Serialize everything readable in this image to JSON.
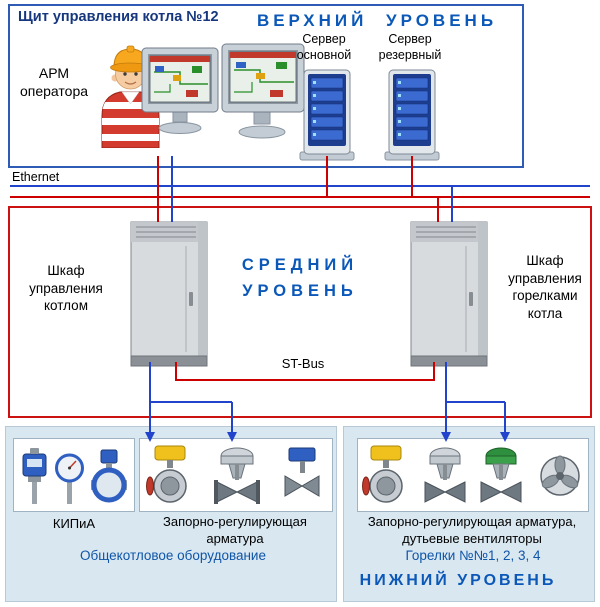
{
  "upper_level": {
    "box_title": "Щит управления котла №12",
    "level_label": "ВЕРХНИЙ УРОВЕНЬ",
    "operator_label": "АРМ оператора",
    "server_main_label": "Сервер основной",
    "server_backup_label": "Сервер резервный"
  },
  "network": {
    "ethernet_label": "Ethernet",
    "stbus_label": "ST-Bus"
  },
  "middle_level": {
    "level_label_line1": "СРЕДНИЙ",
    "level_label_line2": "УРОВЕНЬ",
    "left_cabinet_label": "Шкаф управления котлом",
    "right_cabinet_label": "Шкаф управления горелками котла"
  },
  "lower_level": {
    "instrumentation_label": "КИПиА",
    "valves_label": "Запорно-регулирующая арматура",
    "common_equipment_label": "Общекотловое оборудование",
    "valves_fans_label": "Запорно-регулирующая арматура, дутьевые вентиляторы",
    "burners_label": "Горелки №№1, 2, 3, 4",
    "level_label": "НИЖНИЙ УРОВЕНЬ"
  },
  "colors": {
    "upper_box_border": "#2e5bb5",
    "middle_box_border": "#cc1111",
    "lower_panel_bg": "#d9e7f0",
    "level_text_blue": "#0b58b8",
    "line_blue": "#2244cc",
    "line_red": "#cc0000"
  },
  "icons": {
    "operator": "operator-figure-icon",
    "monitors": "scada-monitors-icon",
    "servers": "server-towers-icon",
    "cabinets": "control-cabinet-icon",
    "instrumentation": "instrumentation-icons",
    "valves": "valve-icons",
    "fan": "fan-icon"
  }
}
